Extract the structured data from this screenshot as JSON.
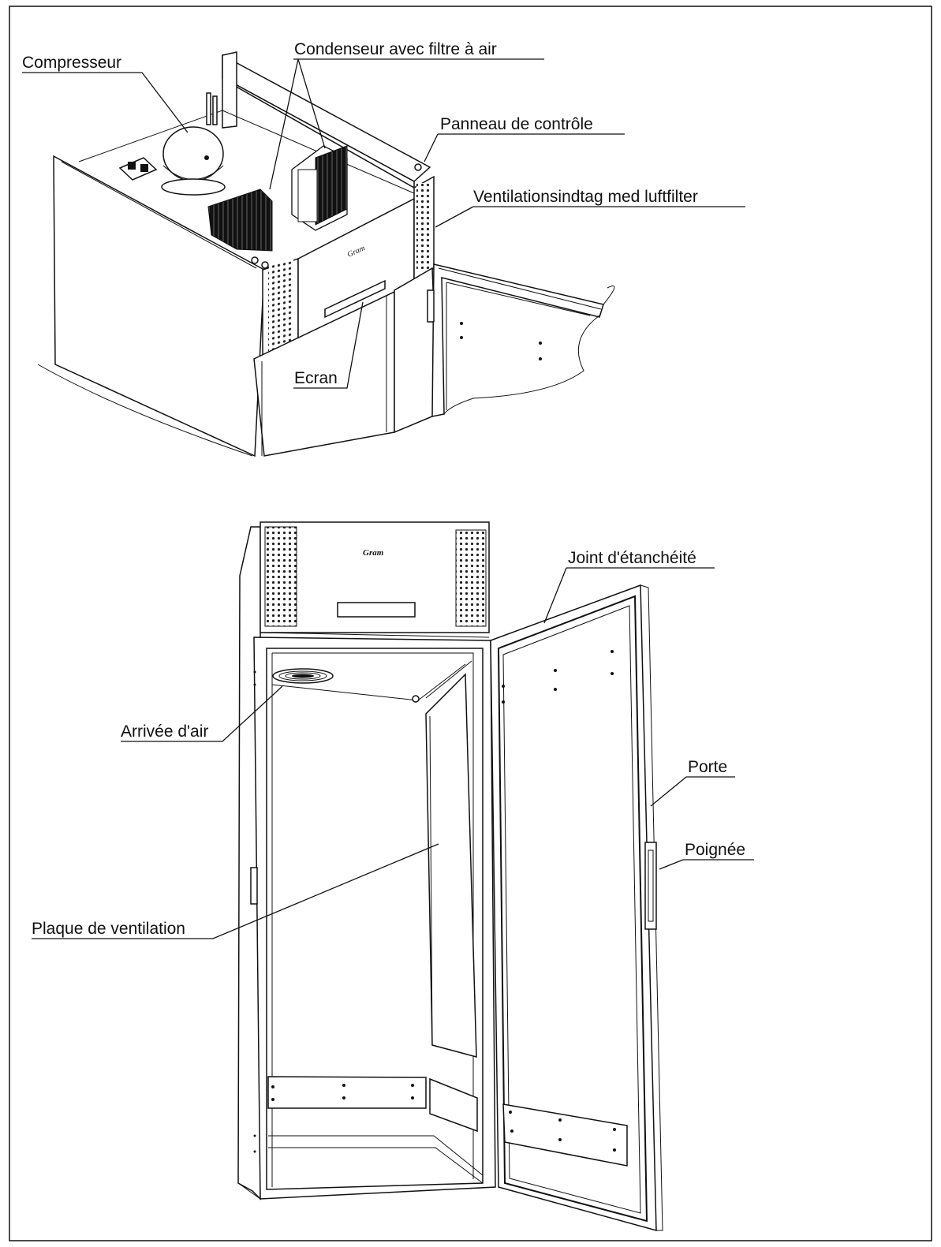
{
  "top_view": {
    "labels": {
      "compresseur": "Compresseur",
      "condenseur": "Condenseur avec filtre à air",
      "panneau": "Panneau de contrôle",
      "ventilation_intake": "Ventilationsindtag med luftfilter",
      "ecran": "Ecran"
    }
  },
  "bottom_view": {
    "labels": {
      "joint": "Joint d'étanchéité",
      "arrivee": "Arrivée d'air",
      "porte": "Porte",
      "poignee": "Poignée",
      "plaque": "Plaque de ventilation"
    }
  },
  "brand_logo_text": "Gram",
  "colors": {
    "line": "#111111",
    "background": "#ffffff"
  }
}
